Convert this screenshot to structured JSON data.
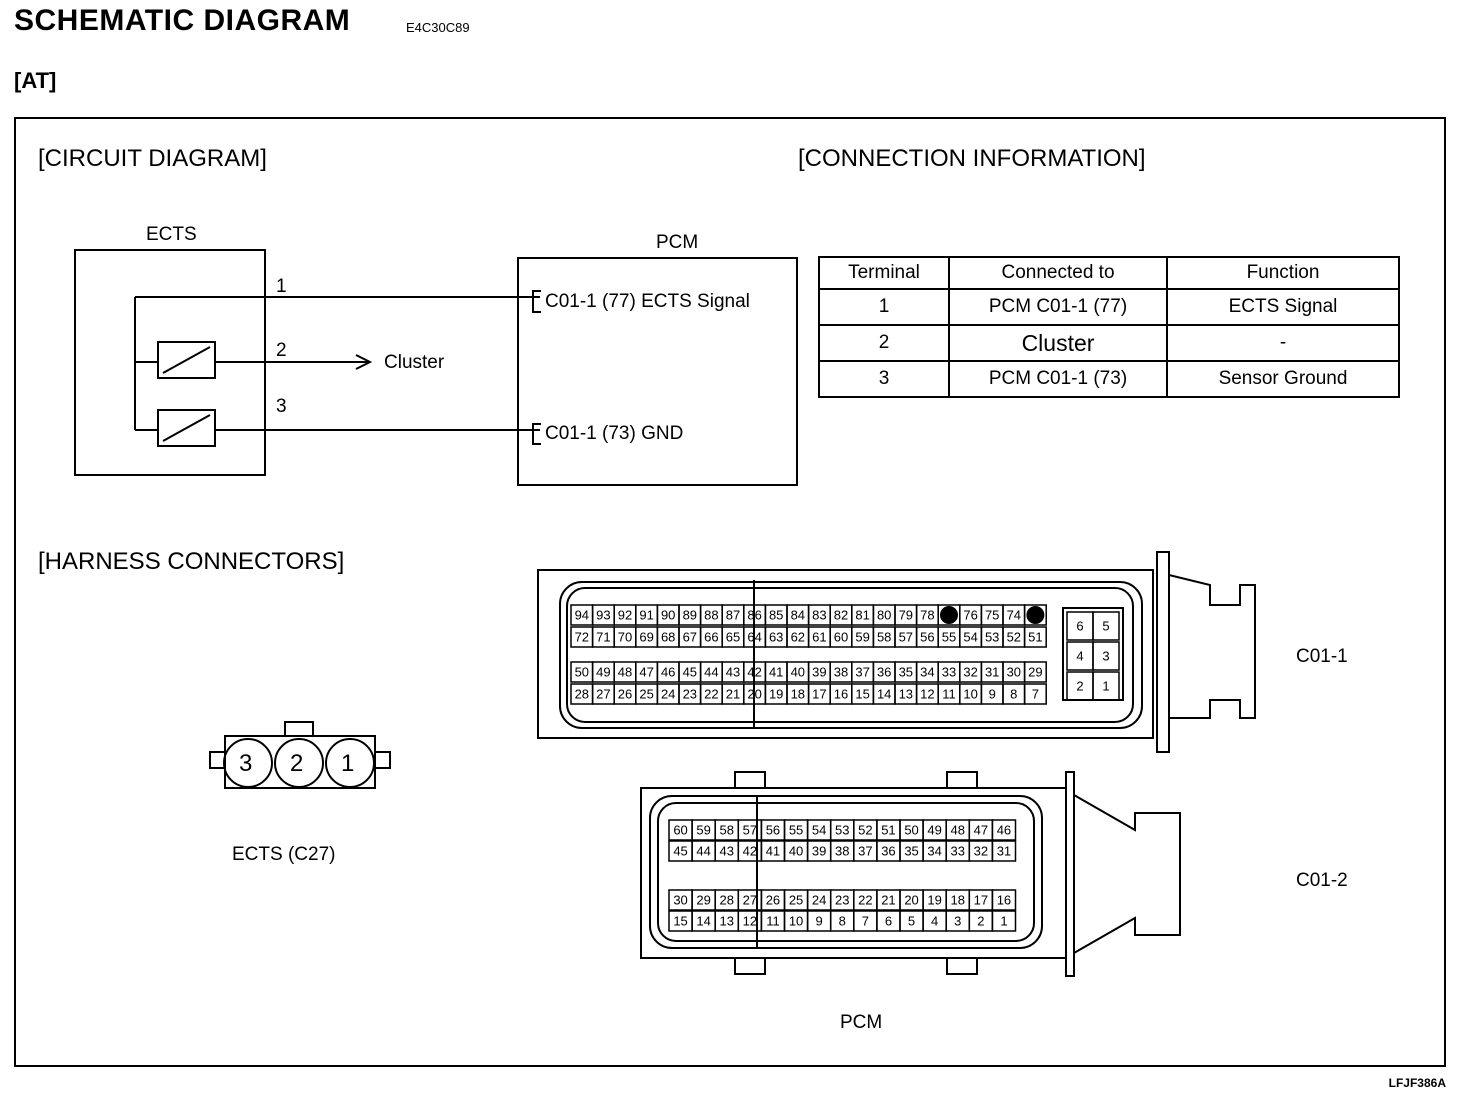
{
  "header": {
    "title": "SCHEMATIC DIAGRAM",
    "code": "E4C30C89",
    "variant": "[AT]"
  },
  "sections": {
    "circuit": "[CIRCUIT DIAGRAM]",
    "connection": "[CONNECTION INFORMATION]",
    "harness": "[HARNESS CONNECTORS]"
  },
  "circuit": {
    "ects_label": "ECTS",
    "pcm_label": "PCM",
    "pin1": "1",
    "pin2": "2",
    "pin3": "3",
    "cluster_label": "Cluster",
    "pcm_pin_signal": "C01-1 (77)  ECTS Signal",
    "pcm_pin_gnd": "C01-1 (73)  GND"
  },
  "connection_table": {
    "headers": [
      "Terminal",
      "Connected to",
      "Function"
    ],
    "rows": [
      [
        "1",
        "PCM C01-1 (77)",
        "ECTS Signal"
      ],
      [
        "2",
        "Cluster",
        "-"
      ],
      [
        "3",
        "PCM C01-1 (73)",
        "Sensor Ground"
      ]
    ]
  },
  "harness": {
    "ects_connector_pins": [
      "3",
      "2",
      "1"
    ],
    "ects_connector_label": "ECTS (C27)",
    "c01_1_label": "C01-1",
    "c01_2_label": "C01-2",
    "pcm_label": "PCM",
    "c01_1_rows": [
      [
        "94",
        "93",
        "92",
        "91",
        "90",
        "89",
        "88",
        "87",
        "86",
        "85",
        "84",
        "83",
        "82",
        "81",
        "80",
        "79",
        "78",
        "●",
        "76",
        "75",
        "74",
        "●"
      ],
      [
        "72",
        "71",
        "70",
        "69",
        "68",
        "67",
        "66",
        "65",
        "64",
        "63",
        "62",
        "61",
        "60",
        "59",
        "58",
        "57",
        "56",
        "55",
        "54",
        "53",
        "52",
        "51"
      ],
      [
        "50",
        "49",
        "48",
        "47",
        "46",
        "45",
        "44",
        "43",
        "42",
        "41",
        "40",
        "39",
        "38",
        "37",
        "36",
        "35",
        "34",
        "33",
        "32",
        "31",
        "30",
        "29"
      ],
      [
        "28",
        "27",
        "26",
        "25",
        "24",
        "23",
        "22",
        "21",
        "20",
        "19",
        "18",
        "17",
        "16",
        "15",
        "14",
        "13",
        "12",
        "11",
        "10",
        "9",
        "8",
        "7"
      ]
    ],
    "c01_1_side": [
      [
        "6",
        "5"
      ],
      [
        "4",
        "3"
      ],
      [
        "2",
        "1"
      ]
    ],
    "c01_2_rows": [
      [
        "60",
        "59",
        "58",
        "57",
        "56",
        "55",
        "54",
        "53",
        "52",
        "51",
        "50",
        "49",
        "48",
        "47",
        "46"
      ],
      [
        "45",
        "44",
        "43",
        "42",
        "41",
        "40",
        "39",
        "38",
        "37",
        "36",
        "35",
        "34",
        "33",
        "32",
        "31"
      ],
      [
        "30",
        "29",
        "28",
        "27",
        "26",
        "25",
        "24",
        "23",
        "22",
        "21",
        "20",
        "19",
        "18",
        "17",
        "16"
      ],
      [
        "15",
        "14",
        "13",
        "12",
        "11",
        "10",
        "9",
        "8",
        "7",
        "6",
        "5",
        "4",
        "3",
        "2",
        "1"
      ]
    ]
  },
  "footer": {
    "ref": "LFJF386A"
  }
}
